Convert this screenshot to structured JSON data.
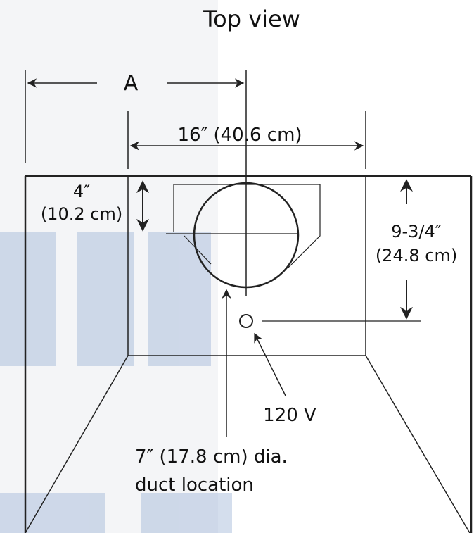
{
  "title": "Top view",
  "dimensions": {
    "a": "A",
    "width": "16″ (40.6 cm)",
    "offset_line1": "4″",
    "offset_line2": "(10.2 cm)",
    "depth_line1": "9-3/4″",
    "depth_line2": "(24.8 cm)"
  },
  "callouts": {
    "outlet": "120 V",
    "duct_line1": "7″ (17.8 cm) dia.",
    "duct_line2": "duct location"
  },
  "colors": {
    "background": "#ffffff",
    "line": "#222222",
    "text": "#111111",
    "watermark": "#9fb6d6"
  }
}
